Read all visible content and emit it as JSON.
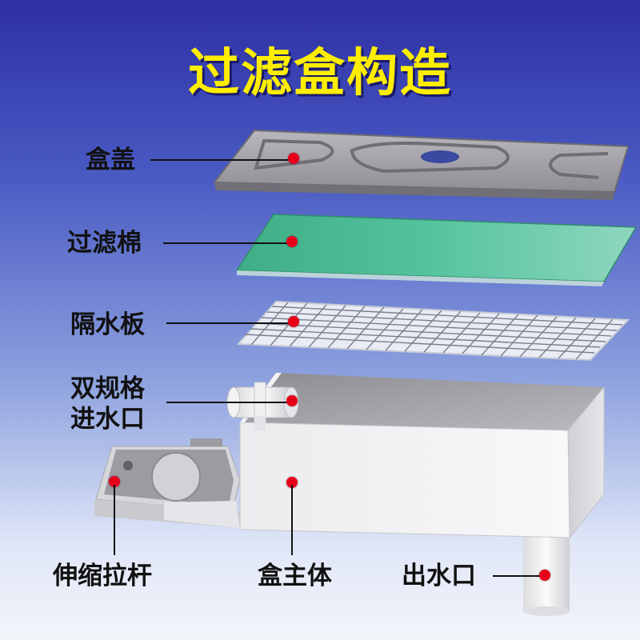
{
  "title": "过滤盒构造",
  "parts": {
    "lid": "盒盖",
    "filter_cotton": "过滤棉",
    "water_plate": "隔水板",
    "inlet_line1": "双规格",
    "inlet_line2": "进水口",
    "pull_rod": "伸缩拉杆",
    "main_body": "盒主体",
    "outlet": "出水口"
  },
  "colors": {
    "title": "#ffee00",
    "dot": "#e8001a",
    "filter": "#4fbf9a"
  }
}
